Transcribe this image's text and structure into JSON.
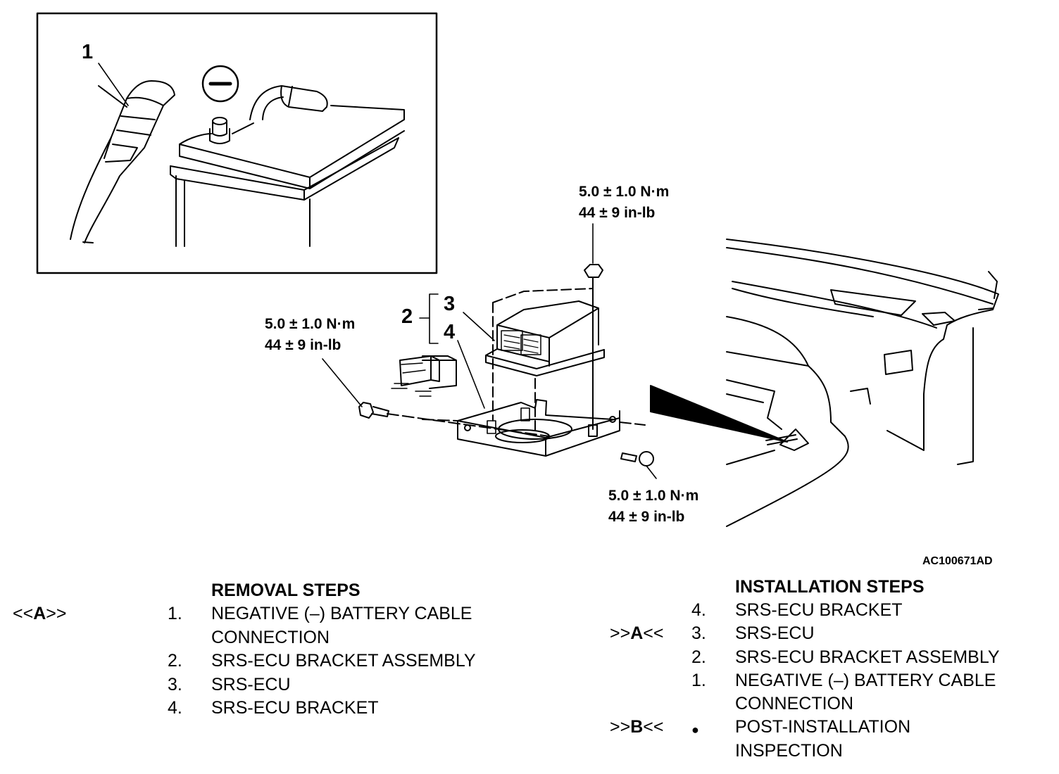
{
  "figure_id": "AC100671AD",
  "callouts": {
    "c1": "1",
    "c2": "2",
    "c3": "3",
    "c4": "4"
  },
  "torque": {
    "top": {
      "nm": "5.0 ± 1.0 N·m",
      "inlb": "44 ± 9 in-lb"
    },
    "left": {
      "nm": "5.0 ± 1.0 N·m",
      "inlb": "44 ± 9 in-lb"
    },
    "bottom": {
      "nm": "5.0 ± 1.0 N·m",
      "inlb": "44 ± 9 in-lb"
    }
  },
  "removal": {
    "title": "REMOVAL STEPS",
    "code_prefix": "<<",
    "code_letter": "A",
    "code_suffix": ">>",
    "items": [
      {
        "num": "1.",
        "line1": "NEGATIVE (–) BATTERY CABLE",
        "line2": "CONNECTION"
      },
      {
        "num": "2.",
        "line1": "SRS-ECU BRACKET ASSEMBLY"
      },
      {
        "num": "3.",
        "line1": "SRS-ECU"
      },
      {
        "num": "4.",
        "line1": "SRS-ECU BRACKET"
      }
    ]
  },
  "installation": {
    "title": "INSTALLATION STEPS",
    "code_a_prefix": ">>",
    "code_a_letter": "A",
    "code_a_suffix": "<<",
    "code_b_prefix": ">>",
    "code_b_letter": "B",
    "code_b_suffix": "<<",
    "items": [
      {
        "num": "4.",
        "line1": "SRS-ECU BRACKET"
      },
      {
        "num": "3.",
        "line1": "SRS-ECU"
      },
      {
        "num": "2.",
        "line1": "SRS-ECU BRACKET ASSEMBLY"
      },
      {
        "num": "1.",
        "line1": "NEGATIVE (–) BATTERY CABLE",
        "line2": "CONNECTION"
      },
      {
        "num": "●",
        "line1": "POST-INSTALLATION",
        "line2": "INSPECTION"
      }
    ]
  },
  "colors": {
    "ink": "#000000",
    "paper": "#ffffff"
  }
}
